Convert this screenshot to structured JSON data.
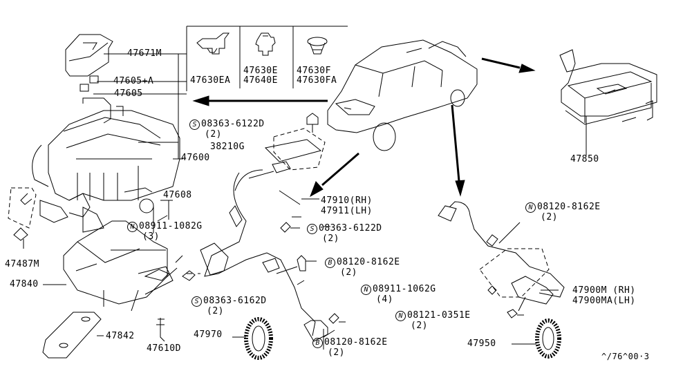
{
  "labels": {
    "p47671M": "47671M",
    "p47605A": "47605+A",
    "p47605": "47605",
    "p47600": "47600",
    "p47608": "47608",
    "p47487M": "47487M",
    "p47840": "47840",
    "p47842": "47842",
    "p47610D": "47610D",
    "p47630EA": "47630EA",
    "p47630E": "47630E",
    "p47640E": "47640E",
    "p47630F": "47630F",
    "p47630FA": "47630FA",
    "p47850": "47850",
    "p38210G": "38210G",
    "p47910": "47910(RH)",
    "p47911": "47911(LH)",
    "p47970": "47970",
    "p47950": "47950",
    "p47900M": "47900M (RH)",
    "p47900MA": "47900MA(LH)"
  },
  "callouts": {
    "c1": {
      "symbol": "S",
      "part": "08363-6122D",
      "qty": "(2)"
    },
    "c2": {
      "symbol": "N",
      "part": "08911-1082G",
      "qty": "(3)"
    },
    "c3": {
      "symbol": "S",
      "part": "08363-6122D",
      "qty": "(2)"
    },
    "c4": {
      "symbol": "B",
      "part": "08120-8162E",
      "qty": "(2)"
    },
    "c5": {
      "symbol": "S",
      "part": "08363-6162D",
      "qty": "(2)"
    },
    "c6": {
      "symbol": "B",
      "part": "08120-8162E",
      "qty": "(2)"
    },
    "c7": {
      "symbol": "N",
      "part": "08120-8162E",
      "qty": "(2)"
    },
    "c8": {
      "symbol": "N",
      "part": "08911-1062G",
      "qty": "(4)"
    },
    "c9": {
      "symbol": "N",
      "part": "08121-0351E",
      "qty": "(2)"
    }
  },
  "diagram_code": "^/76^00·3"
}
